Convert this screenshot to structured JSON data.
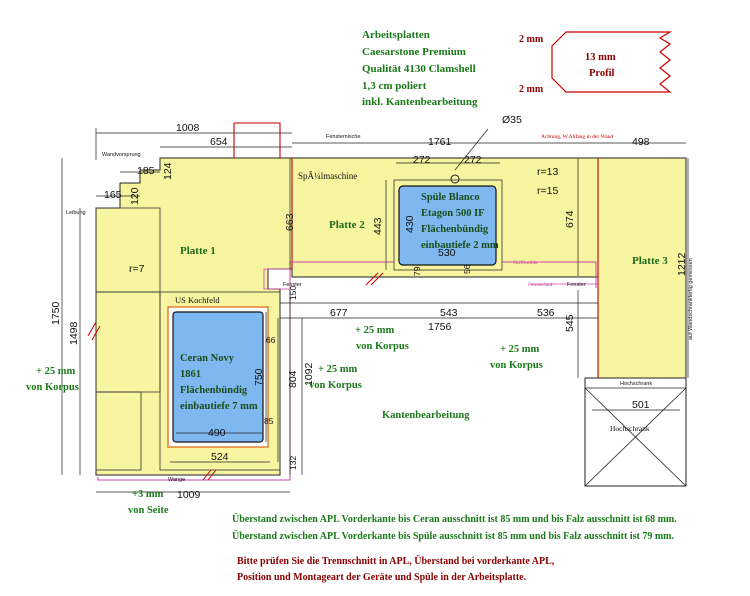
{
  "header": {
    "lines": [
      "Arbeitsplatten",
      "Caesarstone Premium",
      "Qualität 4130 Clamshell",
      "1,3 cm poliert",
      "inkl. Kantenbearbeitung"
    ]
  },
  "profile": {
    "top": "2 mm",
    "bottom": "2 mm",
    "label1": "13 mm",
    "label2": "Profil"
  },
  "labels": {
    "fenster_top": "Fensternische",
    "abfang": "Achtung, W.Abfang in der Wand",
    "wandvorsprung": "Wandvorsprung",
    "leibung": "Leibung",
    "spuelmaschine": "SpÃ¼lmaschine",
    "us_kochfeld": "US Kochfeld",
    "fenster_left": "Fenster",
    "fenster_mid": "Fenster",
    "griffmulde": "Griffmulde",
    "fensterlauf": "Fensterlauf",
    "hochschrank_small": "Hochschrank",
    "hochschrank": "Hochschrank",
    "wange": "Wange",
    "anschluss": "auf Wandschrankfertig gemessen",
    "diam": "Ø35",
    "r13": "r=13",
    "r15": "r=15",
    "r7": "r=7"
  },
  "plates": {
    "p1": "Platte 1",
    "p2": "Platte 2",
    "p3": "Platte 3"
  },
  "sink": {
    "lines": [
      "Spüle Blanco",
      "Etagon 500 IF",
      "Flächenbündig",
      "einbautiefe 2 mm"
    ]
  },
  "ceran": {
    "lines": [
      "Ceran Novy",
      "1861",
      "Flächenbündig",
      "einbautiefe 7 mm"
    ]
  },
  "dims": {
    "d1008": "1008",
    "d654": "654",
    "d1761": "1761",
    "d498": "498",
    "d272a": "272",
    "d272b": "272",
    "d185": "185",
    "d124": "124",
    "d165": "165",
    "d120": "120",
    "d663": "663",
    "d443": "443",
    "d430": "430",
    "d530": "530",
    "d79": "79",
    "d56": "56",
    "d674": "674",
    "d1212": "1212",
    "d150": "150",
    "d677": "677",
    "d543": "543",
    "d536": "536",
    "d1756": "1756",
    "d545": "545",
    "d1750": "1750",
    "d1498": "1498",
    "d804": "804",
    "d1092": "1092",
    "d750": "750",
    "d66": "66",
    "d85": "85",
    "d490": "490",
    "d524": "524",
    "d132": "132",
    "d501": "501",
    "d1009": "1009"
  },
  "notes": {
    "korpus1": "+ 25 mm",
    "korpus1b": "von Korpus",
    "korpus_left": "+ 25 mm",
    "korpus_leftb": "von Korpus",
    "korpus_mid": "+ 25 mm",
    "korpus_midb": "von Korpus",
    "korpus_right": "+ 25 mm",
    "korpus_rightb": "von Korpus",
    "kanten": "Kantenbearbeitung",
    "seite": "+3 mm",
    "seiteb": "von Seite"
  },
  "footer": {
    "green1": "Überstand zwischen APL Vorderkante bis Ceran ausschnitt ist 85 mm und bis Falz ausschnitt ist 68 mm.",
    "green2": "Überstand zwischen APL Vorderkante bis Spüle ausschnitt ist 85 mm und bis Falz ausschnitt ist 79 mm.",
    "red1": "Bitte prüfen Sie die Trennschnitt in APL, Überstand bei vorderkante APL,",
    "red2": "Position und Montageart der Geräte und Spüle in der Arbeitsplatte."
  },
  "colors": {
    "plate": "#f7f5a0",
    "sink": "#7fb8f0",
    "ceran": "#7fb8f0",
    "border": "#222222",
    "green": "#1a7a1a",
    "red": "#cc0000"
  }
}
